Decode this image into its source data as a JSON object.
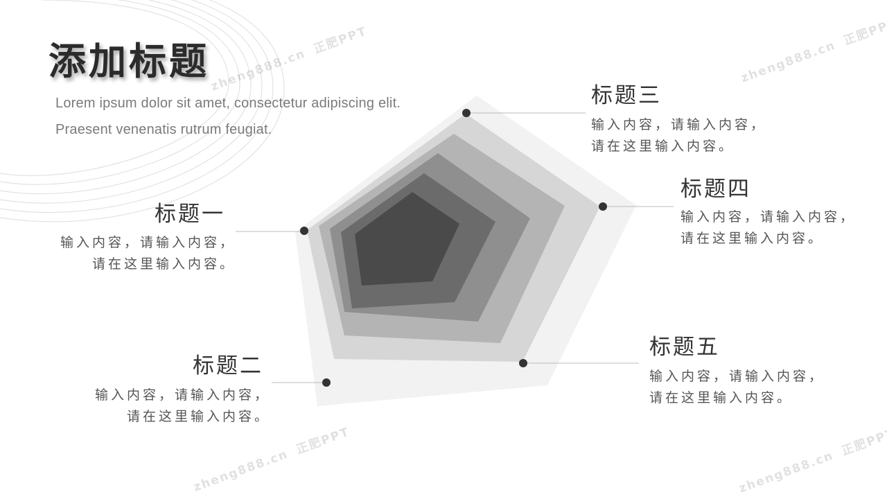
{
  "title": "添加标题",
  "subtitle": "Lorem ipsum dolor sit amet, consectetur adipiscing elit. Praesent venenatis rutrum feugiat.",
  "items": [
    {
      "title": "标题一",
      "body_line1": "输入内容，请输入内容，",
      "body_line2": "请在这里输入内容。"
    },
    {
      "title": "标题二",
      "body_line1": "输入内容，请输入内容，",
      "body_line2": "请在这里输入内容。"
    },
    {
      "title": "标题三",
      "body_line1": "输入内容，请输入内容，",
      "body_line2": "请在这里输入内容。"
    },
    {
      "title": "标题四",
      "body_line1": "输入内容，请输入内容，",
      "body_line2": "请在这里输入内容。"
    },
    {
      "title": "标题五",
      "body_line1": "输入内容，请输入内容，",
      "body_line2": "请在这里输入内容。"
    }
  ],
  "watermark": {
    "domain": "zheng888.cn",
    "brand": "正肥PPT"
  },
  "colors": {
    "pentagon_layers": [
      "#f2f2f2",
      "#d6d6d6",
      "#b4b4b4",
      "#8f8f8f",
      "#6b6b6b",
      "#4a4a4a"
    ],
    "marker": "#333333",
    "connector": "#bbbbbb"
  }
}
